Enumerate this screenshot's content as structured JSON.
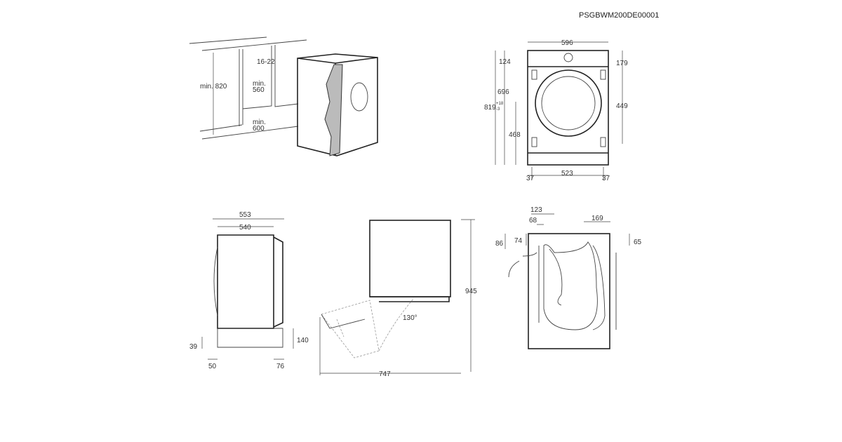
{
  "document_code": "PSGBWM200DE00001",
  "installation_view": {
    "height": "min. 820",
    "gap": "16-22",
    "depth_min": "min.",
    "depth": "560",
    "width_min": "min.",
    "width": "600"
  },
  "front_view": {
    "width": "596",
    "top_panel": "124",
    "body": "696",
    "total": "819",
    "total_tol_plus": "+18",
    "total_tol_minus": "-3",
    "door_center": "468",
    "hinge_spacing": "449",
    "hinge_top": "179",
    "feet_spacing": "523",
    "foot_left": "37",
    "foot_right": "37"
  },
  "side_view": {
    "depth_total": "553",
    "depth_body": "540",
    "foot_height": "39",
    "foot_front": "50",
    "foot_rear": "76",
    "plinth": "140"
  },
  "door_view": {
    "height": "945",
    "door_angle": "130°",
    "depth_open": "747"
  },
  "rear_view": {
    "hose_offset": "123",
    "inlet_offset": "68",
    "drain_offset": "169",
    "inlet_height": "86",
    "inlet_height_inner": "74",
    "drain_height": "65"
  }
}
